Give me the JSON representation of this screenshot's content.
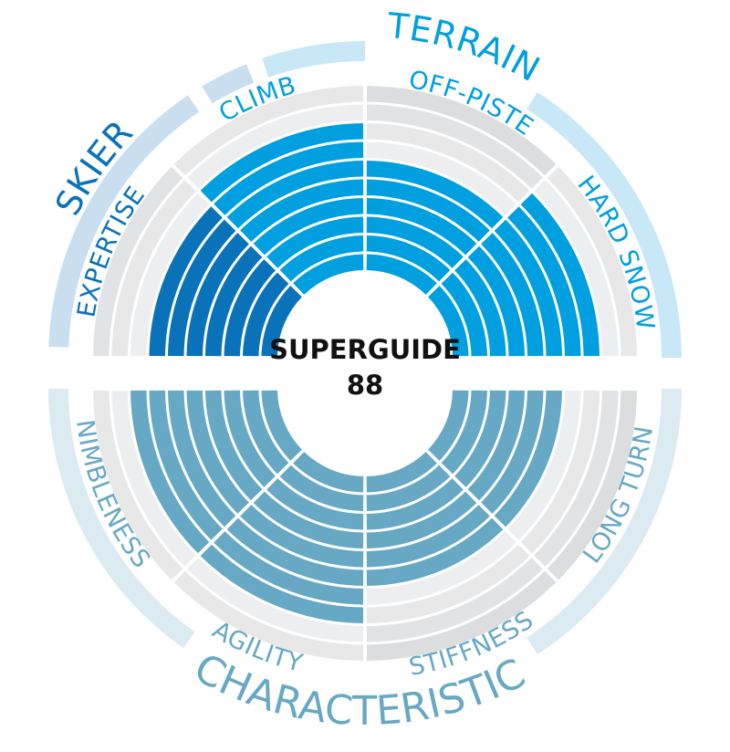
{
  "title": {
    "line1": "SUPERGUIDE",
    "line2": "88"
  },
  "groups": [
    {
      "name": "SKIER",
      "color": "#0a72b9",
      "arc_color": "#c9dff0"
    },
    {
      "name": "TERRAIN",
      "color": "#009fdf",
      "arc_color": "#c8e8f7"
    },
    {
      "name": "CHARACTERISTIC",
      "color": "#67a8c4",
      "arc_color": "#dcebf2"
    }
  ],
  "colors": {
    "skier": "#0a72b9",
    "terrain": "#009fdf",
    "characteristic": "#67a8c4",
    "empty_band": "#d3d4d6",
    "center_text": "#111111"
  },
  "chart_data": {
    "type": "polar-bar",
    "title": "SUPERGUIDE 88",
    "max_value": 10,
    "categories": [
      "EXPERTISE",
      "CLIMB",
      "OFF-PISTE",
      "HARD SNOW",
      "LONG TURN",
      "STIFFNESS",
      "AGILITY",
      "NIMBLENESS"
    ],
    "groups": {
      "SKIER": [
        "EXPERTISE"
      ],
      "TERRAIN": [
        "CLIMB",
        "OFF-PISTE",
        "HARD SNOW"
      ],
      "CHARACTERISTIC": [
        "LONG TURN",
        "STIFFNESS",
        "AGILITY",
        "NIMBLENESS"
      ]
    },
    "values": [
      7,
      8,
      6,
      8,
      6,
      6,
      8,
      8
    ],
    "series": [
      {
        "name": "EXPERTISE",
        "group": "SKIER",
        "value": 7
      },
      {
        "name": "CLIMB",
        "group": "TERRAIN",
        "value": 8
      },
      {
        "name": "OFF-PISTE",
        "group": "TERRAIN",
        "value": 6
      },
      {
        "name": "HARD SNOW",
        "group": "TERRAIN",
        "value": 8
      },
      {
        "name": "LONG TURN",
        "group": "CHARACTERISTIC",
        "value": 6
      },
      {
        "name": "STIFFNESS",
        "group": "CHARACTERISTIC",
        "value": 6
      },
      {
        "name": "AGILITY",
        "group": "CHARACTERISTIC",
        "value": 8
      },
      {
        "name": "NIMBLENESS",
        "group": "CHARACTERISTIC",
        "value": 8
      }
    ]
  }
}
